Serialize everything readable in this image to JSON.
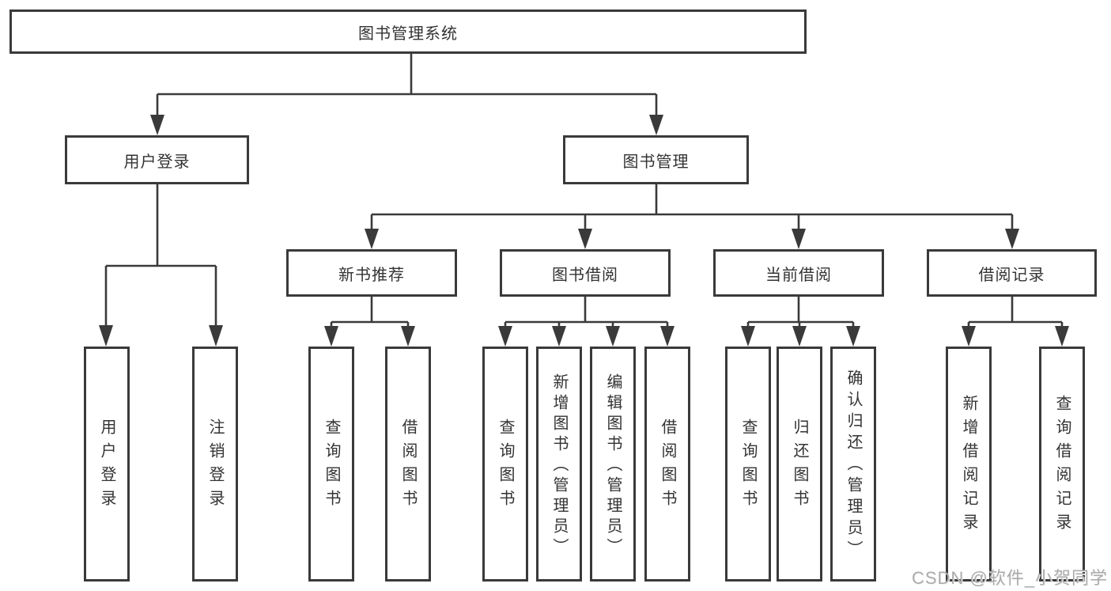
{
  "diagram_title": "图书管理系统",
  "tree": {
    "root": {
      "label": "图书管理系统"
    },
    "branches": {
      "user_login": {
        "label": "用户登录"
      },
      "book_management": {
        "label": "图书管理"
      }
    },
    "modules": {
      "new_book_recommend": {
        "label": "新书推荐"
      },
      "book_borrowing": {
        "label": "图书借阅"
      },
      "current_borrowing": {
        "label": "当前借阅"
      },
      "borrowing_records": {
        "label": "借阅记录"
      }
    },
    "leaves": {
      "login_user_login": {
        "label": "用户登录"
      },
      "login_logout": {
        "label": "注销登录"
      },
      "newbook_query_books": {
        "label": "查询图书"
      },
      "newbook_borrow_books": {
        "label": "借阅图书"
      },
      "borrow_query_books": {
        "label": "查询图书"
      },
      "borrow_add_books_admin": {
        "label": "新增图书（管理员）"
      },
      "borrow_edit_books_admin": {
        "label": "编辑图书（管理员）"
      },
      "borrow_borrow_books": {
        "label": "借阅图书"
      },
      "current_query_books": {
        "label": "查询图书"
      },
      "current_return_books": {
        "label": "归还图书"
      },
      "current_confirm_return_admin": {
        "label": "确认归还（管理员）"
      },
      "records_add_record": {
        "label": "新增借阅记录"
      },
      "records_query_record": {
        "label": "查询借阅记录"
      }
    }
  },
  "watermark": "CSDN @软件_小贺同学",
  "colors": {
    "line": "#3a3a3a",
    "box_border": "#3a3a3a",
    "box_fill": "#ffffff",
    "text": "#333333",
    "watermark": "#ababab",
    "background": "#ffffff"
  }
}
